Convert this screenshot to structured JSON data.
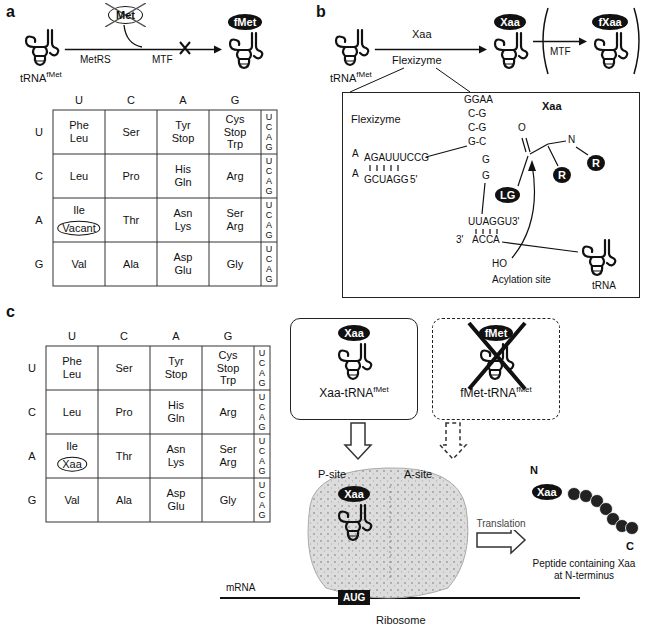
{
  "diagram": {
    "nodes": [
      {
        "text": [
          "tRNA",
          "fMet"
        ]
      },
      {
        "text": [
          "Met"
        ]
      },
      {
        "text": [
          "fMet"
        ]
      },
      {
        "text": [
          "tRNA",
          "fMet"
        ]
      },
      {
        "text": [
          "Xaa"
        ]
      },
      {
        "text": [
          "fXaa"
        ]
      },
      {
        "text": [
          "Flexizyme"
        ]
      },
      {
        "text": [
          "LG"
        ],
        "in": 6
      },
      {
        "text": [
          "R"
        ],
        "in": 6
      },
      {
        "text": [
          "R"
        ],
        "in": 6
      },
      {
        "text": [
          "Xaa",
          "Xaa-tRNA",
          "fMet"
        ]
      },
      {
        "text": [
          "fMet",
          "fMet-tRNA",
          "fMet"
        ]
      },
      {
        "text": [
          "P-site",
          "A-site"
        ]
      },
      {
        "text": [
          "Xaa"
        ],
        "in": 12
      },
      {
        "text": [
          "AUG"
        ],
        "in": 12
      },
      {
        "text": [
          "Peptide containing Xaa at N-terminus"
        ]
      },
      {
        "text": [
          "Xaa"
        ],
        "in": 15
      }
    ],
    "edges": [
      {
        "from": 0,
        "to": 2,
        "arrow": "to"
      },
      {
        "from": 3,
        "to": 4,
        "arrow": "to"
      },
      {
        "from": 4,
        "to": 5,
        "arrow": "to"
      },
      {
        "from": 10,
        "to": 12,
        "arrow": "to"
      },
      {
        "from": 11,
        "to": 12,
        "arrow": "to"
      },
      {
        "from": 12,
        "to": 15,
        "label": "Translation",
        "arrow": "to"
      }
    ],
    "labels": [
      "a",
      "MetRS",
      "MTF",
      "U",
      "C",
      "A",
      "G",
      "U",
      "C",
      "A",
      "G",
      "Phe Leu",
      "Ser",
      "Tyr Stop",
      "Cys Stop Trp",
      "U C A G",
      "Leu",
      "Pro",
      "His Gln",
      "Arg",
      "U C A G",
      "Ile",
      "Vacant",
      "Thr",
      "Asn Lys",
      "Ser Arg",
      "U C A G",
      "Val",
      "Ala",
      "Asp Glu",
      "Gly",
      "U C A G",
      "b",
      "Xaa",
      "Flexizyme",
      "MTF",
      "A",
      "AGAUUUCCG",
      "A",
      "GCUAGG",
      "5'",
      "GGAA",
      "C-G",
      "C-G",
      "G-C",
      "O",
      "N",
      "Xaa",
      "UUAGGU",
      "3'",
      "ACCA",
      "3'",
      "HO",
      "Acylation site",
      "tRNA",
      "G",
      "G",
      "c",
      "U",
      "C",
      "A",
      "G",
      "U",
      "C",
      "A",
      "G",
      "Phe Leu",
      "Ser",
      "Tyr Stop",
      "Cys Stop Trp",
      "U C A G",
      "Leu",
      "Pro",
      "His Gln",
      "Arg",
      "U C A G",
      "Ile",
      "Xaa",
      "Thr",
      "Asn Lys",
      "Ser Arg",
      "U C A G",
      "Val",
      "Ala",
      "Asp Glu",
      "Gly",
      "U C A G",
      "mRNA",
      "N",
      "C",
      "Ribosome"
    ]
  }
}
